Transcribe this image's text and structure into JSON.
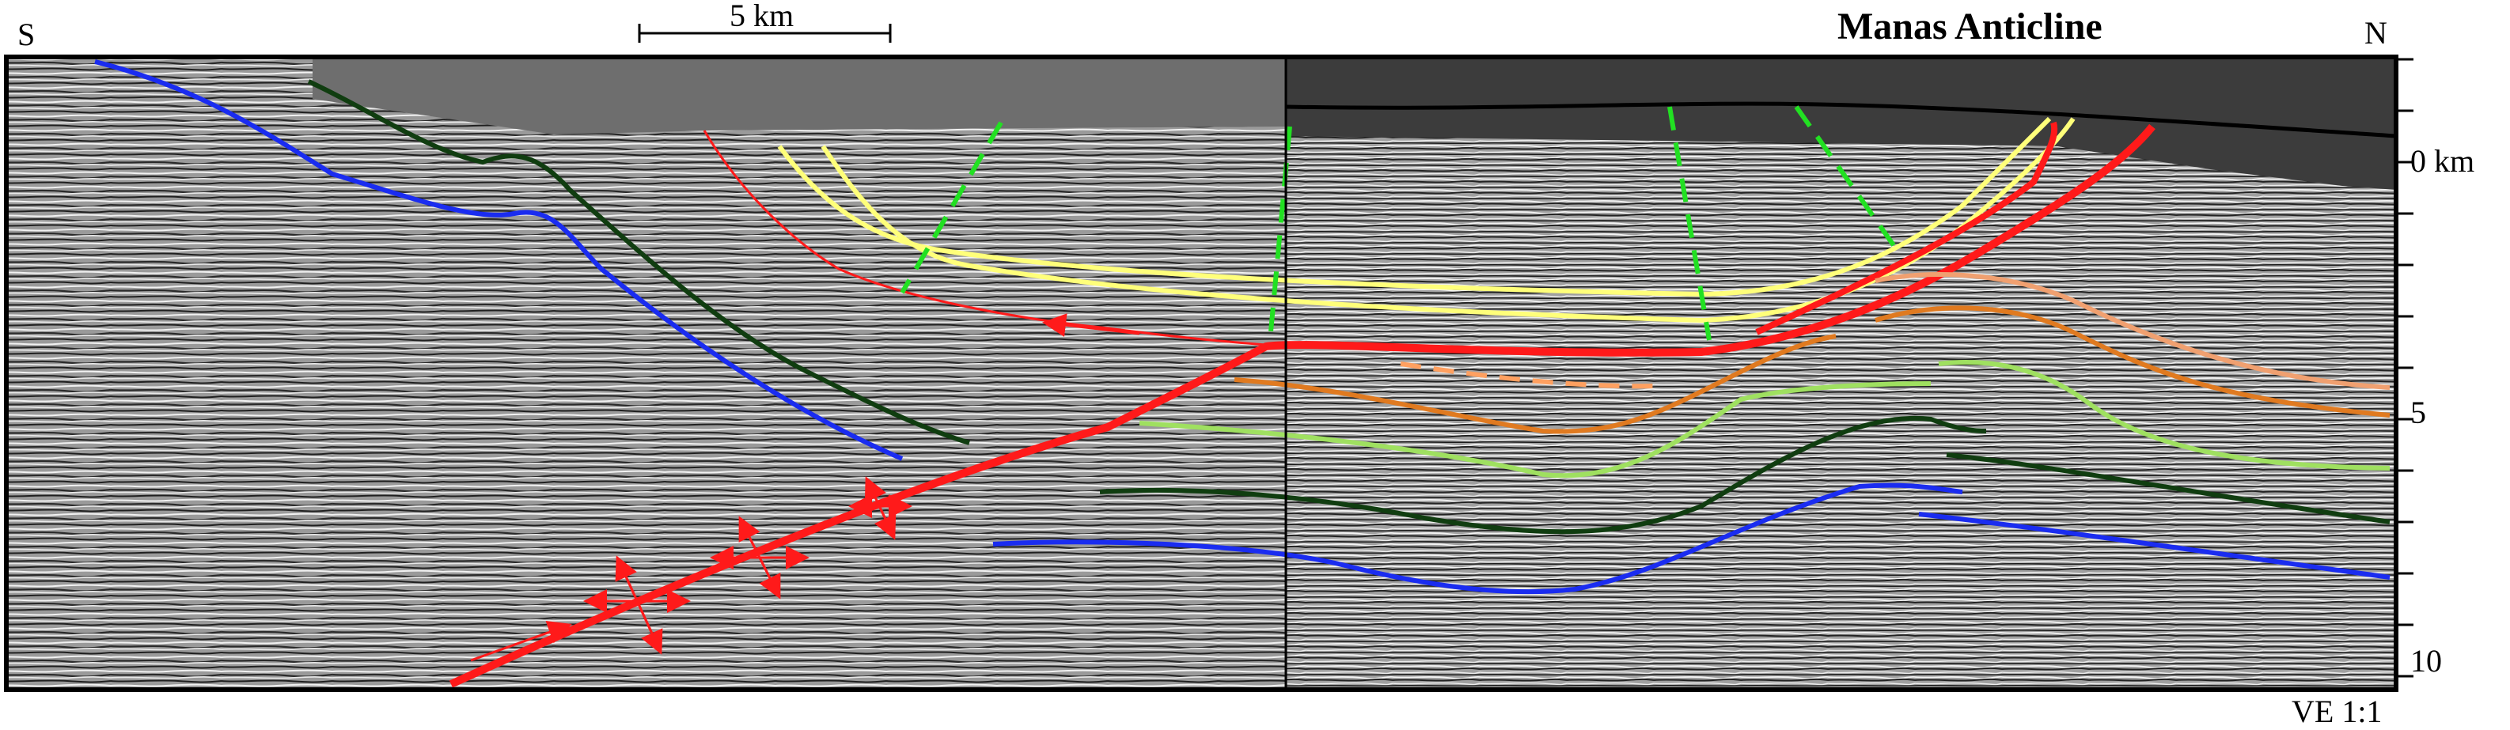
{
  "title": "Manas Anticline",
  "south_label": "S",
  "north_label": "N",
  "scale_bar_label": "5 km",
  "ve_label": "VE 1:1",
  "depth_axis": {
    "unit_label": "0 km",
    "ticks": [
      "5",
      "10"
    ]
  },
  "colors": {
    "fault": "#ff1a1a",
    "growth_strata": "#ffff7a",
    "detachment_hint": "#ffa060",
    "fold_hinge": "#22e022",
    "orange_horizon": "#e07a20",
    "light_green_horizon": "#9fe060",
    "dark_green_horizon": "#103d10",
    "blue_horizon": "#1a2cf0",
    "peach_horizon": "#f0a070",
    "sky_gray": "#6e6e6e",
    "topo_gray": "#3c3c3c"
  }
}
